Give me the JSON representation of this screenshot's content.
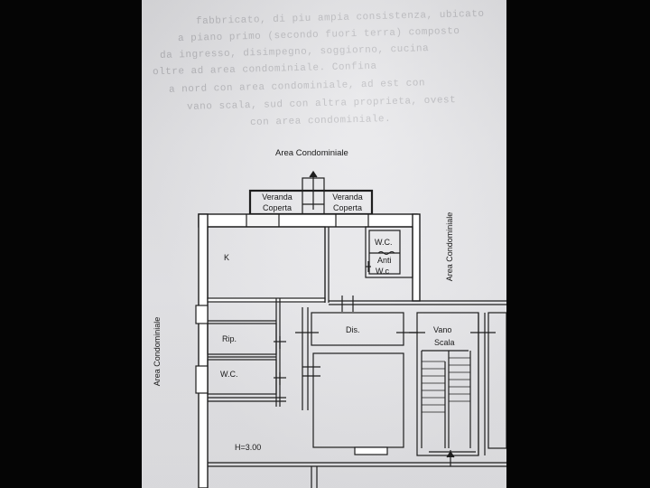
{
  "background_text": [
    "fabbricato, di piu ampia consistenza, ubicato",
    "a piano primo (secondo fuori terra) composto",
    "da ingresso, disimpegno, soggiorno, cucina",
    "oltre ad area condominiale. Confina",
    "a nord con area condominiale, ad est con",
    "vano scala, sud con altra proprieta, ovest",
    "con area condominiale."
  ],
  "labels": {
    "area_top": "Area Condominiale",
    "area_left": "Area Condominiale",
    "area_right": "Area Condominiale",
    "veranda": "Veranda",
    "coperta": "Coperta",
    "veranda2": "Veranda",
    "coperta2": "Coperta",
    "kitchen": "K",
    "wc_upper": "W.C.",
    "anti": "Anti",
    "wc_anti": "W.c",
    "rip": "Rip.",
    "wc_lower": "W.C.",
    "dis": "Dis.",
    "vano": "Vano",
    "scala": "Scala",
    "height": "H=3.00"
  },
  "colors": {
    "page_bg": "#050505",
    "paper": "#e6e6e9",
    "wall": "#1e1e1e",
    "text": "#1a1a1a"
  }
}
